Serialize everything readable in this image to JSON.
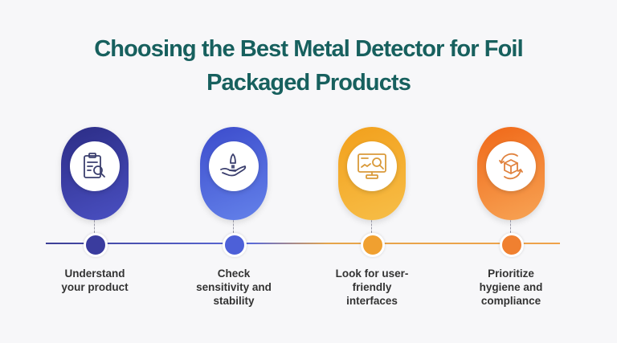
{
  "title": {
    "line1": "Choosing the Best Metal Detector for Foil",
    "line2": "Packaged Products"
  },
  "steps": [
    {
      "label_lines": [
        "Understand",
        "your product"
      ],
      "icon": "clipboard-search-icon",
      "color_top": "#2c2d86",
      "color_bottom": "#4a50c2",
      "dot": "#3a3c9e",
      "stroke": "#3b3f6e"
    },
    {
      "label_lines": [
        "Check",
        "sensitivity and",
        "stability"
      ],
      "icon": "hand-rocket-icon",
      "color_top": "#3c4ccc",
      "color_bottom": "#6482ea",
      "dot": "#4d60d8",
      "stroke": "#3b3f6e"
    },
    {
      "label_lines": [
        "Look for user-",
        "friendly",
        "interfaces"
      ],
      "icon": "monitor-search-icon",
      "color_top": "#f2a01c",
      "color_bottom": "#f7be48",
      "dot": "#f0a030",
      "stroke": "#d99a3a"
    },
    {
      "label_lines": [
        "Prioritize",
        "hygiene and",
        "compliance"
      ],
      "icon": "box-cycle-icon",
      "color_top": "#f06818",
      "color_bottom": "#f7a455",
      "dot": "#f08030",
      "stroke": "#e0823e"
    }
  ]
}
